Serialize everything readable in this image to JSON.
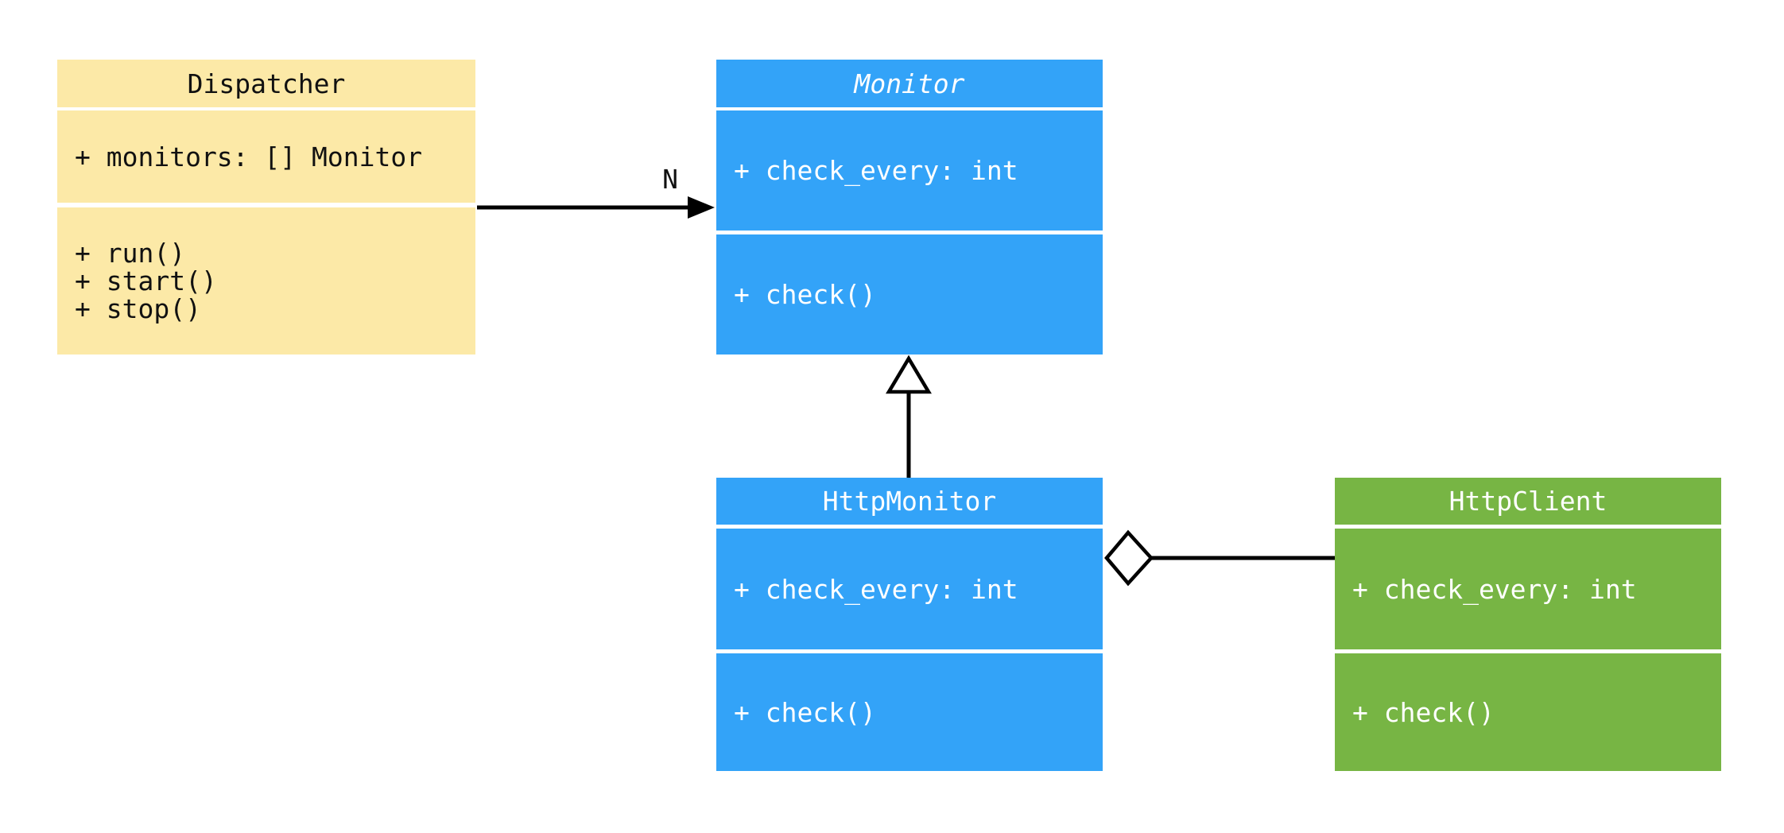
{
  "diagram": {
    "type": "uml-class-diagram",
    "background_color": "#ffffff",
    "connector_color": "#000000",
    "classes": [
      {
        "name": "Dispatcher",
        "abstract": false,
        "fill_color": "#FCE9A7",
        "text_color": "#111111",
        "attributes": [
          "+ monitors: [] Monitor"
        ],
        "methods": [
          "+ run()",
          "+ start()",
          "+ stop()"
        ]
      },
      {
        "name": "Monitor",
        "abstract": true,
        "fill_color": "#33A3F8",
        "text_color": "#ffffff",
        "attributes": [
          "+ check_every: int"
        ],
        "methods": [
          "+ check()"
        ]
      },
      {
        "name": "HttpMonitor",
        "abstract": false,
        "fill_color": "#33A3F8",
        "text_color": "#ffffff",
        "attributes": [
          "+ check_every: int"
        ],
        "methods": [
          "+ check()"
        ]
      },
      {
        "name": "HttpClient",
        "abstract": false,
        "fill_color": "#77B544",
        "text_color": "#ffffff",
        "attributes": [
          "+ check_every: int"
        ],
        "methods": [
          "+ check()"
        ]
      }
    ],
    "relations": [
      {
        "type": "directed-association",
        "from": "Dispatcher",
        "to": "Monitor",
        "label": "N"
      },
      {
        "type": "generalization",
        "from": "HttpMonitor",
        "to": "Monitor",
        "label": ""
      },
      {
        "type": "aggregation",
        "from": "HttpMonitor",
        "to": "HttpClient",
        "label": ""
      }
    ]
  }
}
